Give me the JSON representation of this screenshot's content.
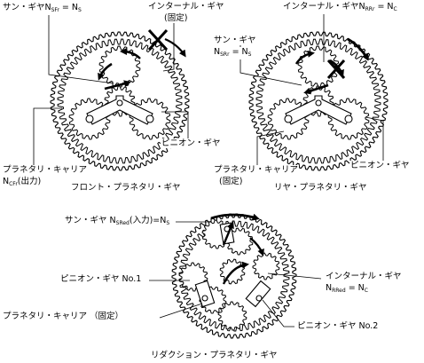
{
  "front": {
    "sun_gear_label": "サン・ギヤN",
    "sun_gear_sub": "SFr",
    "sun_gear_eq": " = N",
    "sun_gear_eq_sub": "S",
    "internal_gear_label": "インターナル・ギヤ",
    "internal_gear_note": "(固定)",
    "pinion_gear_label": "ピニオン・ギヤ",
    "carrier_label": "プラネタリ・キャリア",
    "carrier_sub_prefix": "N",
    "carrier_sub": "CFr",
    "carrier_note": "(出力)",
    "caption": "フロント・プラネタリ・ギヤ"
  },
  "rear": {
    "internal_gear_label": "インターナル・ギヤN",
    "internal_gear_sub": "RRr",
    "internal_gear_eq": " = N",
    "internal_gear_eq_sub": "C",
    "sun_gear_label": "サン・ギヤ",
    "sun_gear_sym": "N",
    "sun_gear_sub": "SRr",
    "sun_gear_eq": " = N",
    "sun_gear_eq_sub": "S",
    "carrier_label": "プラネタリ・キャリア",
    "carrier_note": "(固定)",
    "pinion_gear_label": "ピニオン・ギヤ",
    "caption": "リヤ・プラネタリ・ギヤ"
  },
  "reduction": {
    "sun_gear_label": "サン・ギヤ N",
    "sun_gear_sub": "SRed",
    "sun_gear_eq": "(入力)=N",
    "sun_gear_eq_sub": "S",
    "pinion1_label": "ピニオン・ギヤ No.1",
    "carrier_label": "プラネタリ・キャリア （固定）",
    "internal_gear_label": "インターナル・ギヤ",
    "internal_gear_sym": "N",
    "internal_gear_sub": "RRed",
    "internal_gear_eq": " = N",
    "internal_gear_eq_sub": "C",
    "pinion2_label": "ピニオン・ギヤ No.2",
    "caption": "リダクション・プラネタリ・ギヤ"
  }
}
